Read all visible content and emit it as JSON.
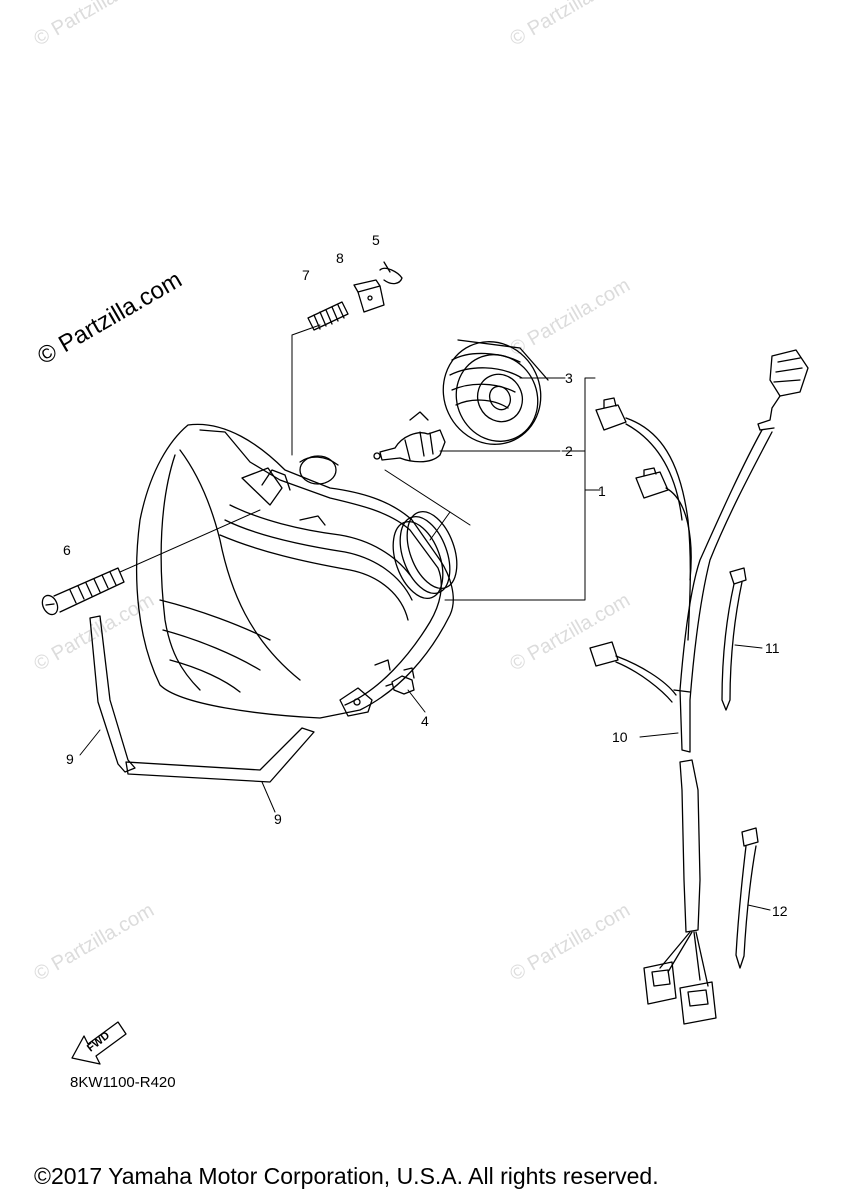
{
  "watermarks": {
    "faint": "© Partzilla.com",
    "main": "© Partzilla.com"
  },
  "callouts": {
    "c1": "1",
    "c2": "2",
    "c3": "3",
    "c4": "4",
    "c5": "5",
    "c6": "6",
    "c7": "7",
    "c8": "8",
    "c9a": "9",
    "c9b": "9",
    "c10": "10",
    "c11": "11",
    "c12": "12"
  },
  "fwd_label": "FWD",
  "diagram_code": "8KW1100-R420",
  "copyright": "©2017 Yamaha Motor Corporation, U.S.A. All rights reserved."
}
